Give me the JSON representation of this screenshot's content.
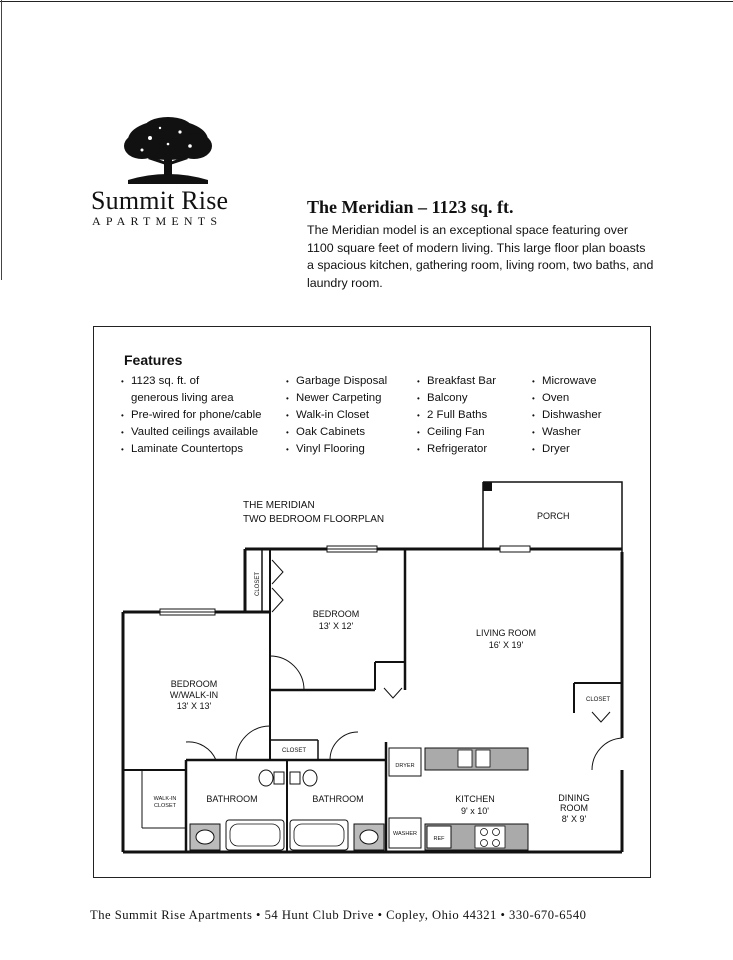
{
  "brand": {
    "name": "Summit Rise",
    "subtitle": "APARTMENTS"
  },
  "listing": {
    "title": "The Meridian – 1123 sq. ft.",
    "description": "The Meridian model is an exceptional space featuring over 1100 square feet of modern living. This large floor plan boasts a spacious kitchen, gathering room, living room, two baths, and laundry room."
  },
  "features": {
    "heading": "Features",
    "col1": [
      "1123 sq. ft. of",
      "generous living area",
      "Pre-wired for phone/cable",
      "Vaulted ceilings available",
      "Laminate Countertops"
    ],
    "col2": [
      "Garbage Disposal",
      "Newer Carpeting",
      "Walk-in Closet",
      "Oak Cabinets",
      "Vinyl Flooring"
    ],
    "col3": [
      "Breakfast Bar",
      "Balcony",
      "2 Full Baths",
      "Ceiling Fan",
      "Refrigerator"
    ],
    "col4": [
      "Microwave",
      "Oven",
      "Dishwasher",
      "Washer",
      "Dryer"
    ]
  },
  "floorplan": {
    "caption_line1": "THE MERIDIAN",
    "caption_line2": "TWO BEDROOM FLOORPLAN",
    "porch": "PORCH",
    "closet_vertical": "CLOSET",
    "bedroom1": "BEDROOM",
    "bedroom1_size": "13' X 12'",
    "living_room": "LIVING ROOM",
    "living_room_size": "16' X 19'",
    "bedroom2_line1": "BEDROOM",
    "bedroom2_line2": "W/WALK-IN",
    "bedroom2_size": "13' X 13'",
    "closet_right": "CLOSET",
    "closet_mid": "CLOSET",
    "walkin_line1": "WALK-IN",
    "walkin_line2": "CLOSET",
    "bathroom1": "BATHROOM",
    "bathroom2": "BATHROOM",
    "dryer": "DRYER",
    "washer": "WASHER",
    "ref": "REF",
    "kitchen": "KITCHEN",
    "kitchen_size": "9' x 10'",
    "dining1": "DINING",
    "dining2": "ROOM",
    "dining_size": "8' X 9'"
  },
  "footer": "The Summit Rise Apartments • 54 Hunt Club Drive • Copley, Ohio 44321 • 330-670-6540"
}
